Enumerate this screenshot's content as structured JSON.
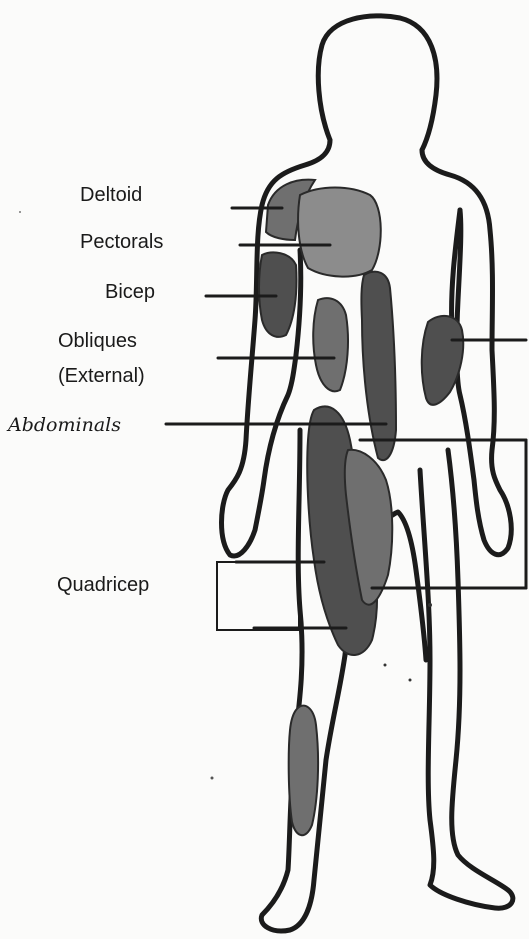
{
  "labels": {
    "deltoid": "Deltoid",
    "pectorals": "Pectorals",
    "bicep": "Bicep",
    "obliques_line1": "Obliques",
    "obliques_line2": "(External)",
    "abdominals": "Abdominals",
    "quadricep": "Quadricep"
  },
  "colors": {
    "outline": "#1b1b1b",
    "muscle_light": "#8c8c8c",
    "muscle_mid": "#6f6f6f",
    "muscle_dark": "#4f4f4f",
    "paper": "#fbfbfa"
  }
}
